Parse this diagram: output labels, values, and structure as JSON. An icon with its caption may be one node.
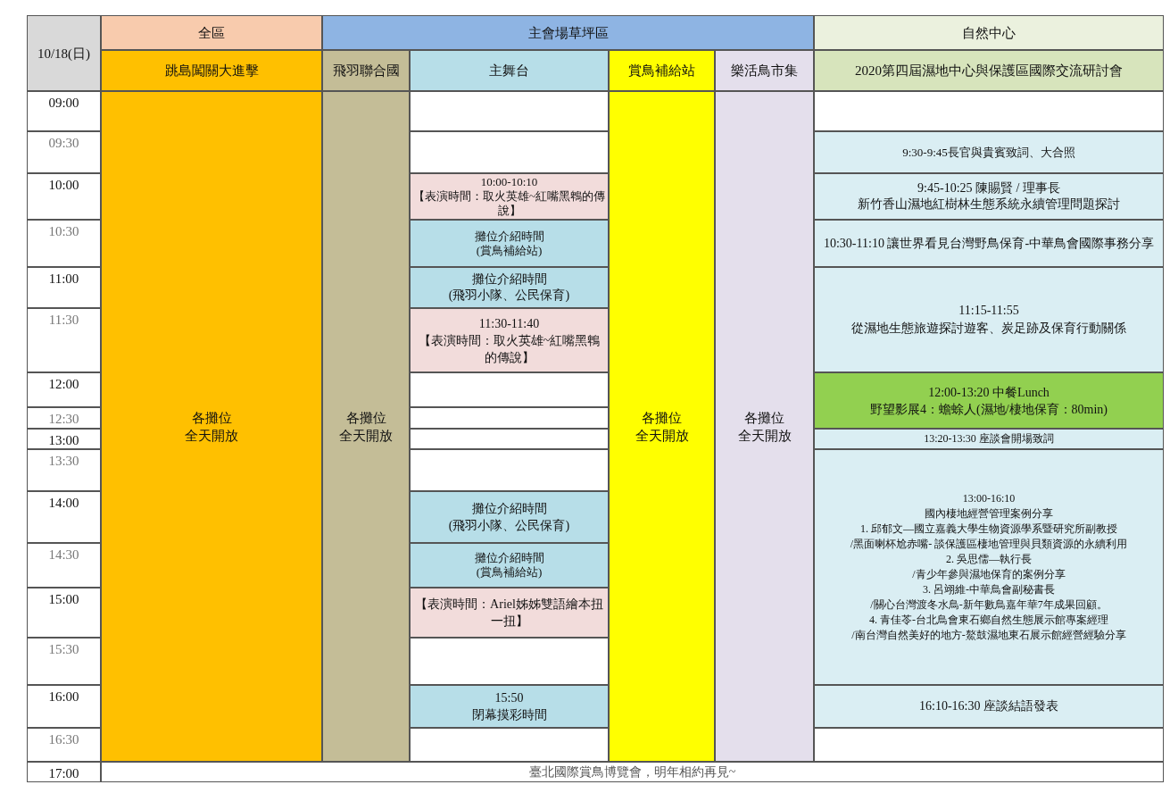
{
  "diagram": {
    "nodes": [
      {
        "text": [
          "10/18(日)"
        ]
      },
      {
        "text": [
          "全區"
        ]
      },
      {
        "text": [
          "主會場草坪區"
        ]
      },
      {
        "text": [
          "自然中心"
        ]
      },
      {
        "text": [
          "跳島闖關大進擊"
        ]
      },
      {
        "text": [
          "飛羽聯合國"
        ]
      },
      {
        "text": [
          "主舞台"
        ]
      },
      {
        "text": [
          "賞鳥補給站"
        ]
      },
      {
        "text": [
          "樂活鳥市集"
        ]
      },
      {
        "text": [
          "2020第四屆濕地中心與保護區國際交流研討會"
        ]
      },
      {
        "text": [
          "09:00"
        ]
      },
      {
        "text": [
          "各攤位",
          "全天開放"
        ]
      },
      {
        "text": [
          "各攤位",
          "全天開放"
        ]
      },
      {
        "text": [
          "各攤位",
          "全天開放"
        ]
      },
      {
        "text": [
          "各攤位",
          "全天開放"
        ]
      },
      {
        "text": [
          "09:30"
        ]
      },
      {
        "text": [
          "9:30-9:45長官與貴賓致詞、大合照"
        ]
      },
      {
        "text": [
          "10:00"
        ]
      },
      {
        "text": [
          "10:00-10:10",
          "【表演時間：取火英雄~紅嘴黑鵯的傳說】"
        ]
      },
      {
        "text": [
          "9:45-10:25 陳賜賢 / 理事長",
          "新竹香山濕地紅樹林生態系統永續管理問題探討"
        ]
      },
      {
        "text": [
          "10:30"
        ]
      },
      {
        "text": [
          "攤位介紹時間",
          "(賞鳥補給站)"
        ]
      },
      {
        "text": [
          "10:30-11:10 讓世界看見台灣野鳥保育-中華鳥會國際事務分享"
        ]
      },
      {
        "text": [
          "11:00"
        ]
      },
      {
        "text": [
          "攤位介紹時間",
          "(飛羽小隊、公民保育)"
        ]
      },
      {
        "text": [
          "11:15-11:55",
          "從濕地生態旅遊探討遊客、炭足跡及保育行動關係"
        ]
      },
      {
        "text": [
          "11:30"
        ]
      },
      {
        "text": [
          "11:30-11:40",
          "【表演時間：取火英雄~紅嘴黑鵯的傳說】"
        ]
      },
      {
        "text": [
          "12:00"
        ]
      },
      {
        "text": [
          "12:00-13:20 中餐Lunch",
          "野望影展4：蟾蜍人(濕地/棲地保育：80min)"
        ]
      },
      {
        "text": [
          "12:30"
        ]
      },
      {
        "text": [
          "13:00"
        ]
      },
      {
        "text": [
          "13:20-13:30 座談會開場致詞"
        ]
      },
      {
        "text": [
          "13:30"
        ]
      },
      {
        "text": [
          "13:00-16:10",
          "國內棲地經營管理案例分享",
          "1. 邱郁文—國立嘉義大學生物資源學系暨研究所副教授",
          "/黑面喇杯尬赤嘴- 談保護區棲地管理與貝類資源的永續利用",
          "2. 吳思儒—執行長",
          "/青少年參與濕地保育的案例分享",
          "3. 呂翊維-中華鳥會副秘書長",
          "/關心台灣渡冬水鳥-新年數鳥嘉年華7年成果回顧。",
          "4. 青佳苓-台北鳥會東石鄉自然生態展示館專案經理",
          "/南台灣自然美好的地方-鰲鼓濕地東石展示館經營經驗分享"
        ]
      },
      {
        "text": [
          "14:00"
        ]
      },
      {
        "text": [
          "攤位介紹時間",
          "(飛羽小隊、公民保育)"
        ]
      },
      {
        "text": [
          "14:30"
        ]
      },
      {
        "text": [
          "攤位介紹時間",
          "(賞鳥補給站)"
        ]
      },
      {
        "text": [
          "15:00"
        ]
      },
      {
        "text": [
          "【表演時間：Ariel姊姊雙語繪本扭一扭】"
        ]
      },
      {
        "text": [
          "15:30"
        ]
      },
      {
        "text": [
          "16:00"
        ]
      },
      {
        "text": [
          "15:50",
          "閉幕摸彩時間"
        ]
      },
      {
        "text": [
          "16:10-16:30 座談結語發表"
        ]
      },
      {
        "text": [
          "16:30"
        ]
      },
      {
        "text": [
          "17:00"
        ]
      },
      {
        "text": [
          "臺北國際賞鳥博覽會，明年相約再見~"
        ]
      }
    ]
  }
}
